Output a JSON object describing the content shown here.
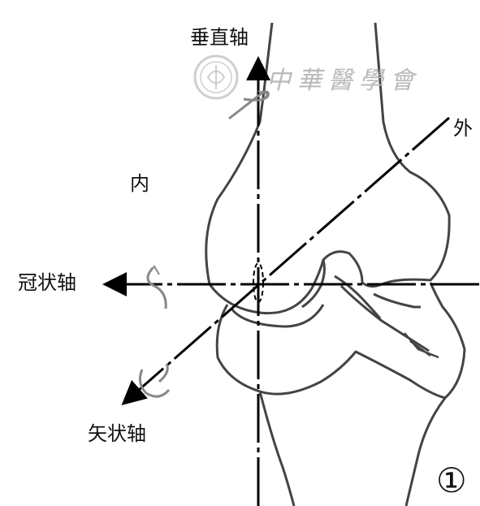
{
  "labels": {
    "vertical_axis": "垂直轴",
    "lateral": "外",
    "medial": "内",
    "coronal_axis": "冠状轴",
    "sagittal_axis": "矢状轴"
  },
  "figure_number": "①",
  "watermark": {
    "text": "中華醫學會"
  },
  "colors": {
    "outline": "#444444",
    "axis": "#000000",
    "rotation": "#888888",
    "watermark": "#b9b9b9"
  },
  "icons": [
    "rotation-arrow-icon",
    "axis-arrow-icon",
    "seal-icon"
  ]
}
